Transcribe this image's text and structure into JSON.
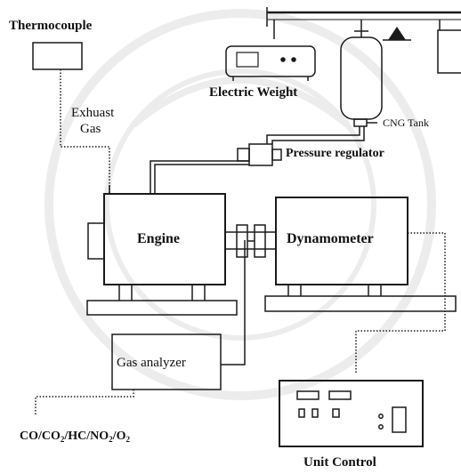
{
  "labels": {
    "thermocouple": "Thermocouple",
    "exhaust_line1": "Exhuast",
    "exhaust_line2": "Gas",
    "electric_weight": "Electric Weight",
    "cng_tank": "CNG Tank",
    "pressure_regulator": "Pressure regulator",
    "engine": "Engine",
    "dynamometer": "Dynamometer",
    "gas_analyzer": "Gas analyzer",
    "emissions": {
      "co": "CO",
      "co2": "CO",
      "co2_sub": "2",
      "hc": "HC",
      "no2": "NO",
      "no2_sub": "2",
      "o2": "O",
      "o2_sub": "2",
      "separator": "/"
    },
    "unit_control": "Unit Control"
  },
  "colors": {
    "line": "#1a1a1a",
    "background": "#ffffff",
    "watermark": "#ececec"
  }
}
